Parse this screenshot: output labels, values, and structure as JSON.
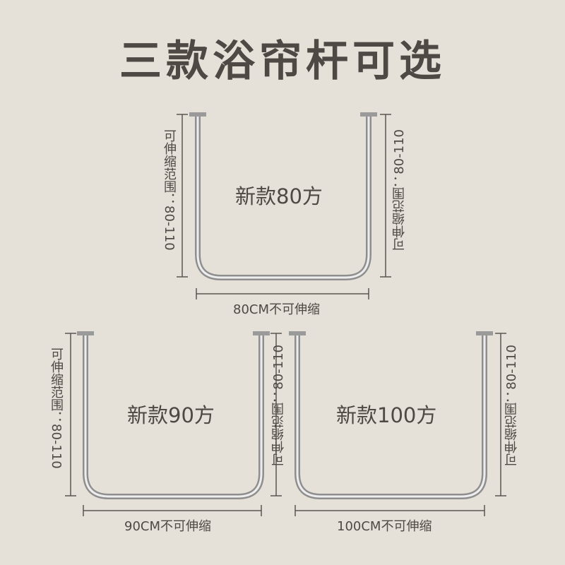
{
  "title": "三款浴帘杆可选",
  "products": [
    {
      "name": "新款80方",
      "width_label": "80CM不可伸缩",
      "height_label": "可伸缩范围：80-110"
    },
    {
      "name": "新款90方",
      "width_label": "90CM不可伸缩",
      "height_label": "可伸缩范围：80-110"
    },
    {
      "name": "新款100方",
      "width_label": "100CM不可伸缩",
      "height_label": "可伸缩范围：80-110"
    }
  ]
}
